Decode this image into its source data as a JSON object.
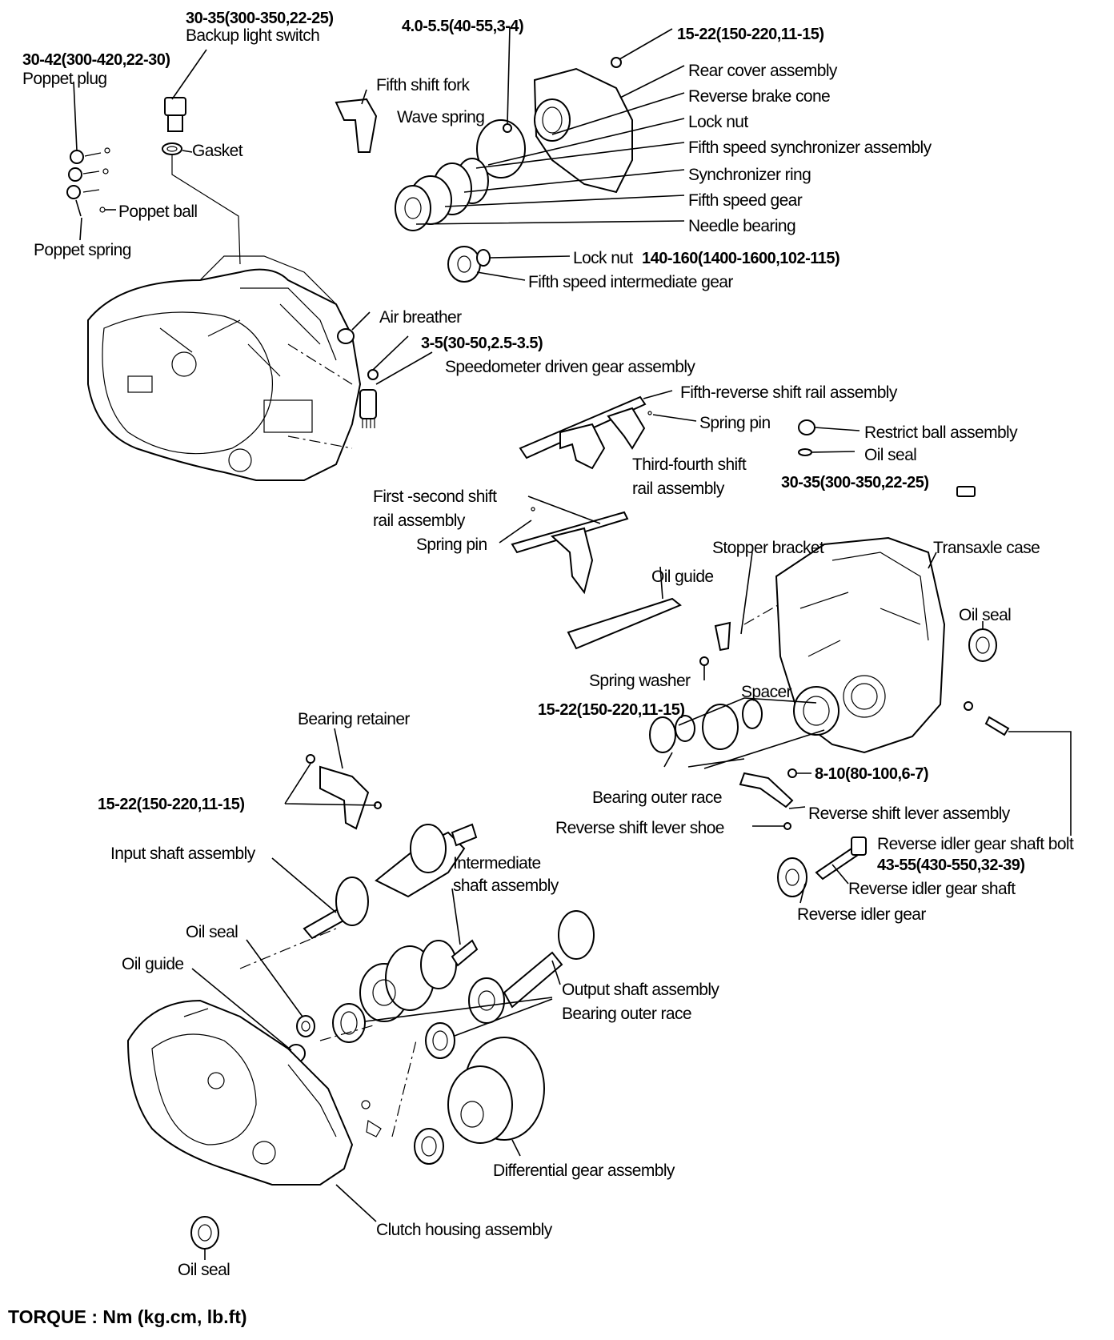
{
  "labels": {
    "backup_torque": "30-35(300-350,22-25)",
    "backup_switch": "Backup light switch",
    "poppet_torque": "30-42(300-420,22-30)",
    "poppet_plug": "Poppet plug",
    "gasket": "Gasket",
    "poppet_ball": "Poppet ball",
    "poppet_spring": "Poppet spring",
    "wave_torque": "4.0-5.5(40-55,3-4)",
    "fifth_shift_fork": "Fifth shift fork",
    "wave_spring": "Wave spring",
    "rear_torque": "15-22(150-220,11-15)",
    "rear_cover": "Rear cover assembly",
    "reverse_brake_cone": "Reverse brake cone",
    "lock_nut": "Lock nut",
    "fifth_sync": "Fifth speed synchronizer assembly",
    "sync_ring": "Synchronizer ring",
    "fifth_gear": "Fifth speed gear",
    "needle_bearing": "Needle bearing",
    "lock_nut2": "Lock nut",
    "lock_nut2_torque": "140-160(1400-1600,102-115)",
    "fifth_inter_gear": "Fifth speed intermediate gear",
    "air_breather": "Air breather",
    "speedo_torque": "3-5(30-50,2.5-3.5)",
    "speedo_gear": "Speedometer driven gear assembly",
    "fifth_rev_rail": "Fifth-reverse shift rail assembly",
    "spring_pin1": "Spring pin",
    "restrict_ball": "Restrict ball assembly",
    "oil_seal_restrict": "Oil seal",
    "third_fourth_rail_1": "Third-fourth shift",
    "third_fourth_rail_2": "rail assembly",
    "restrict_torque": "30-35(300-350,22-25)",
    "first_second_rail_1": "First -second shift",
    "first_second_rail_2": "rail assembly",
    "spring_pin2": "Spring pin",
    "stopper_bracket": "Stopper bracket",
    "transaxle_case": "Transaxle case",
    "oil_guide_upper": "Oil guide",
    "oil_seal_case": "Oil seal",
    "spring_washer": "Spring washer",
    "spacer": "Spacer",
    "stopper_torque": "15-22(150-220,11-15)",
    "bearing_retainer": "Bearing retainer",
    "retainer_torque": "15-22(150-220,11-15)",
    "bearing_outer_race1": "Bearing outer race",
    "lever_torque": "8-10(80-100,6-7)",
    "reverse_lever": "Reverse shift lever assembly",
    "reverse_shoe": "Reverse shift lever shoe",
    "idler_bolt": "Reverse idler gear shaft bolt",
    "idler_bolt_torque": "43-55(430-550,32-39)",
    "idler_shaft": "Reverse idler gear shaft",
    "idler_gear": "Reverse idler gear",
    "input_shaft": "Input shaft assembly",
    "inter_shaft_1": "Intermediate",
    "inter_shaft_2": "shaft assembly",
    "oil_seal_lower": "Oil seal",
    "oil_guide_lower": "Oil guide",
    "output_shaft": "Output shaft assembly",
    "bearing_outer_race2": "Bearing outer race",
    "differential": "Differential gear assembly",
    "clutch_housing": "Clutch housing assembly",
    "oil_seal_bottom": "Oil seal"
  },
  "legend": "TORQUE : Nm (kg.cm, lb.ft)"
}
